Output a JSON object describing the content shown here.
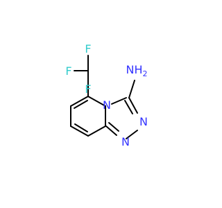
{
  "molecule": {
    "labels": {
      "f_top": "F",
      "f_left": "F",
      "f_bottom": "F",
      "amine": "NH",
      "amine_h_count": "2",
      "n_ring_bridge": "N",
      "n_triazole_right": "N",
      "n_triazole_bottom": "N"
    },
    "colors": {
      "bond": "#000000",
      "carbon": "#000000",
      "nitrogen": "#3333ff",
      "fluorine": "#33cccc",
      "background": "#ffffff"
    }
  }
}
